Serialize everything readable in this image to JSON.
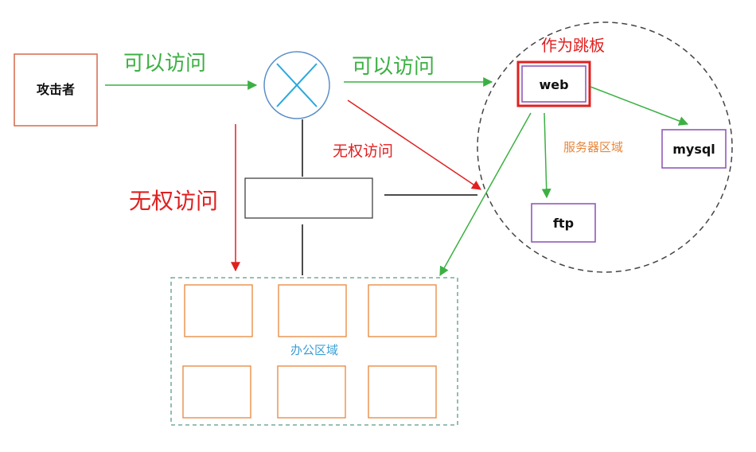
{
  "attacker": {
    "label": "攻击者"
  },
  "edges": {
    "attacker_to_router": "可以访问",
    "router_to_web": "可以访问",
    "router_to_server_zone": "无权访问",
    "attacker_to_office": "无权访问"
  },
  "server_zone": {
    "pivot_label": "作为跳板",
    "zone_label": "服务器区域",
    "web": "web",
    "mysql": "mysql",
    "ftp": "ftp"
  },
  "office_zone": {
    "label": "办公区域"
  },
  "colors": {
    "allowed": "#3cb043",
    "denied": "#e02020",
    "attacker_border": "#d9684a",
    "server_border": "#8a4fb5",
    "web_outer": "#e02020",
    "office_box": "#e8863a",
    "office_border": "#5a9a88",
    "zone_label": "#e8863a",
    "office_label": "#3a9fd6",
    "router": "#5a8fc8",
    "router_x": "#2aa8e0"
  }
}
